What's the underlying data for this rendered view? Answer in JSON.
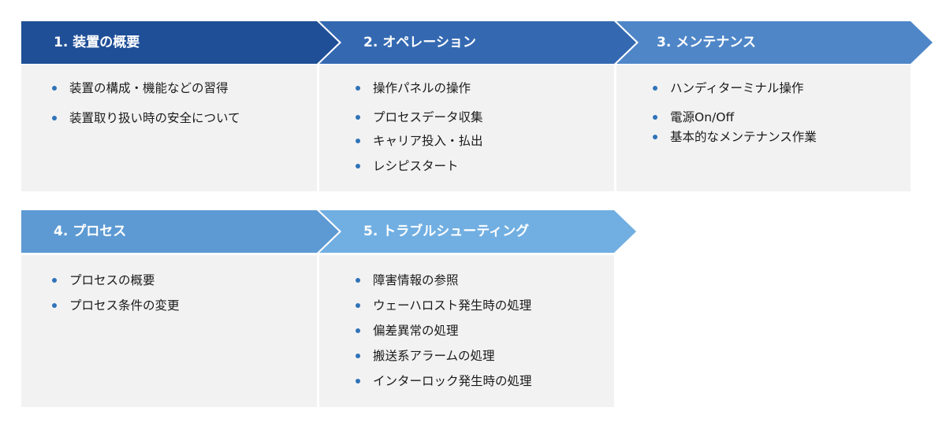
{
  "colors": {
    "step1": "#1f4f97",
    "step2": "#3469b2",
    "step3": "#4f86c8",
    "step4": "#5d9ad3",
    "step5": "#71afe2",
    "card": "#f2f2f2",
    "bullet": "#2f73b8"
  },
  "steps": [
    {
      "title": "1. 装置の概要",
      "items": [
        "装置の構成・機能などの習得",
        "装置取り扱い時の安全について"
      ]
    },
    {
      "title": "2. オペレーション",
      "items": [
        "操作パネルの操作",
        "プロセスデータ収集",
        "キャリア投入・払出",
        "レシピスタート"
      ]
    },
    {
      "title": "3. メンテナンス",
      "items": [
        "ハンディターミナル操作",
        "電源On/Off",
        "基本的なメンテナンス作業"
      ]
    },
    {
      "title": "4. プロセス",
      "items": [
        "プロセスの概要",
        "プロセス条件の変更"
      ]
    },
    {
      "title": "5. トラブルシューティング",
      "items": [
        "障害情報の参照",
        "ウェーハロスト発生時の処理",
        "偏差異常の処理",
        "搬送系アラームの処理",
        "インターロック発生時の処理"
      ]
    }
  ]
}
